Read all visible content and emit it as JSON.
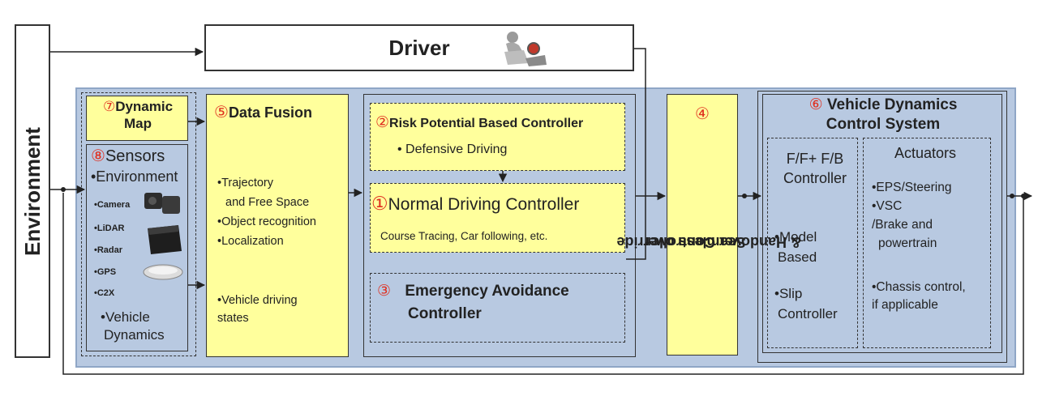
{
  "environment": {
    "label": "Environment"
  },
  "driver": {
    "label": "Driver"
  },
  "dynamic_map": {
    "number": "⑦",
    "label_line1": "Dynamic",
    "label_line2": "Map"
  },
  "sensors": {
    "number": "⑧",
    "title": "Sensors",
    "environment": "•Environment",
    "items": [
      "•Camera",
      "•LiDAR",
      "•Radar",
      "•GPS",
      "•C2X"
    ],
    "vehicle_dynamics_line1": "•Vehicle",
    "vehicle_dynamics_line2": "Dynamics"
  },
  "data_fusion": {
    "number": "⑤",
    "title": "Data Fusion",
    "items": [
      "•Trajectory",
      "and Free Space",
      "•Object recognition",
      "•Localization"
    ],
    "vehicle_states_line1": "•Vehicle driving",
    "vehicle_states_line2": "states"
  },
  "risk_controller": {
    "number": "②",
    "title": "Risk Potential Based Controller",
    "item": "• Defensive Driving"
  },
  "normal_controller": {
    "number": "①",
    "title": "Normal Driving Controller",
    "subtitle": "Course Tracing, Car following, etc."
  },
  "emergency_controller": {
    "number": "③",
    "title_line1": "Emergency Avoidance",
    "title_line2": "Controller"
  },
  "handover": {
    "number": "④",
    "line1": "Seamless override",
    "line2": "& Handover Controller"
  },
  "vehicle_dynamics": {
    "number": "⑥",
    "title_line1": "Vehicle Dynamics",
    "title_line2": "Control System",
    "ffb": {
      "title_line1": "F/F+ F/B",
      "title_line2": "Controller",
      "model_line1": "•Model",
      "model_line2": "Based",
      "slip_line1": "•Slip",
      "slip_line2": "Controller"
    },
    "actuators": {
      "title": "Actuators",
      "items": [
        "•EPS/Steering",
        "•VSC",
        "/Brake and",
        "powertrain"
      ],
      "chassis_line1": "•Chassis control,",
      "chassis_line2": "if applicable"
    }
  },
  "colors": {
    "panel": "#b8c9e1",
    "block": "#ffff9c",
    "number": "#e03020"
  },
  "icons": [
    "driver-icon",
    "camera-icon",
    "lidar-icon",
    "gps-icon"
  ]
}
